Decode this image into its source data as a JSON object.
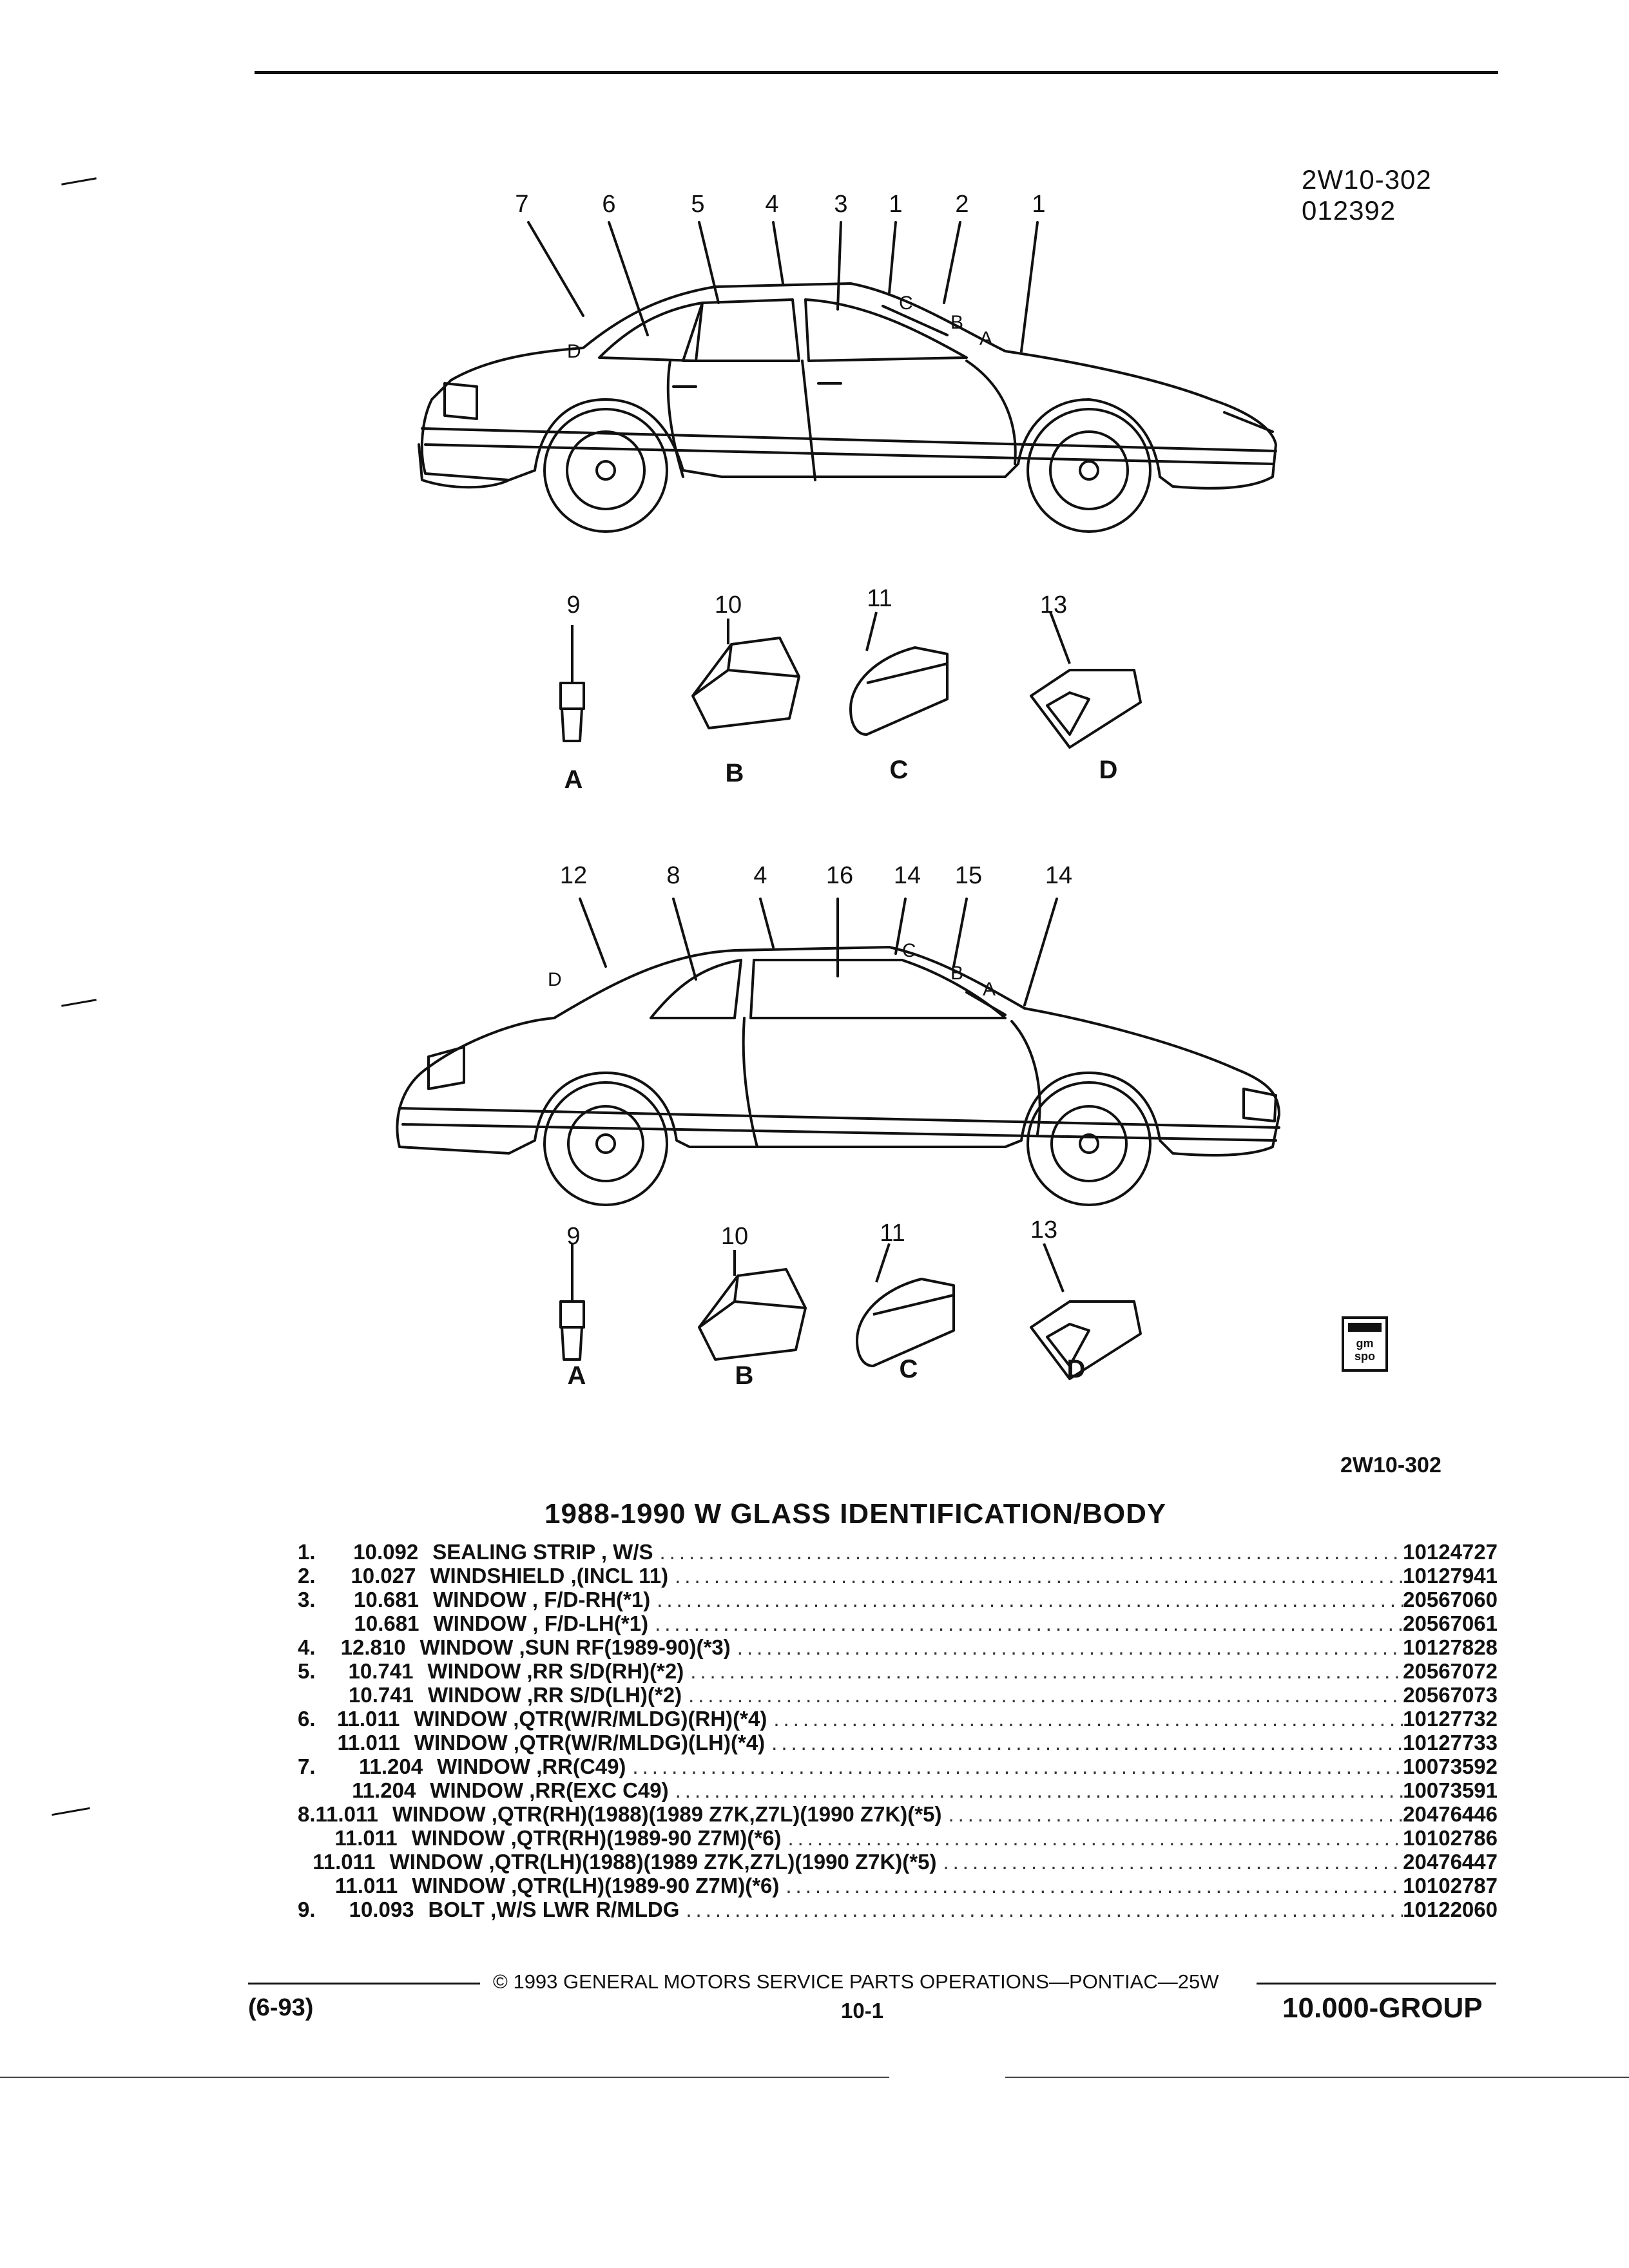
{
  "header": {
    "code": "2W10-302",
    "date": "012392"
  },
  "diagram_top": {
    "refs": [
      "7",
      "6",
      "5",
      "4",
      "3",
      "1",
      "2",
      "1"
    ],
    "points": [
      "C",
      "B",
      "A",
      "D"
    ],
    "clips": {
      "refs": [
        "9",
        "10",
        "11",
        "13"
      ],
      "letters": [
        "A",
        "B",
        "C",
        "D"
      ]
    }
  },
  "diagram_bottom": {
    "refs": [
      "12",
      "8",
      "4",
      "16",
      "14",
      "15",
      "14"
    ],
    "points": [
      "C",
      "B",
      "A",
      "D"
    ],
    "clips": {
      "refs": [
        "9",
        "10",
        "11",
        "13"
      ],
      "letters": [
        "A",
        "B",
        "C",
        "D"
      ]
    }
  },
  "logo_text": "gm spo",
  "figure_code": "2W10-302",
  "title": "1988-1990 W GLASS IDENTIFICATION/BODY",
  "parts": [
    {
      "num": "1.",
      "code": "10.092",
      "desc": "SEALING STRIP , W/S",
      "part": "10124727"
    },
    {
      "num": "2.",
      "code": "10.027",
      "desc": "WINDSHIELD ,(INCL 11)",
      "part": "10127941"
    },
    {
      "num": "3.",
      "code": "10.681",
      "desc": "WINDOW , F/D-RH(*1)",
      "part": "20567060"
    },
    {
      "num": "",
      "code": "10.681",
      "desc": "WINDOW , F/D-LH(*1)",
      "part": "20567061"
    },
    {
      "num": "4.",
      "code": "12.810",
      "desc": "WINDOW ,SUN RF(1989-90)(*3)",
      "part": "10127828"
    },
    {
      "num": "5.",
      "code": "10.741",
      "desc": "WINDOW ,RR S/D(RH)(*2)",
      "part": "20567072"
    },
    {
      "num": "",
      "code": "10.741",
      "desc": "WINDOW ,RR S/D(LH)(*2)",
      "part": "20567073"
    },
    {
      "num": "6.",
      "code": "11.011",
      "desc": "WINDOW ,QTR(W/R/MLDG)(RH)(*4)",
      "part": "10127732"
    },
    {
      "num": "",
      "code": "11.011",
      "desc": "WINDOW ,QTR(W/R/MLDG)(LH)(*4)",
      "part": "10127733"
    },
    {
      "num": "7.",
      "code": "11.204",
      "desc": "WINDOW ,RR(C49)",
      "part": "10073592"
    },
    {
      "num": "",
      "code": "11.204",
      "desc": "WINDOW ,RR(EXC C49)",
      "part": "10073591"
    },
    {
      "num": "8.",
      "code": "11.011",
      "desc": "WINDOW ,QTR(RH)(1988)(1989 Z7K,Z7L)(1990 Z7K)(*5)",
      "part": "20476446"
    },
    {
      "num": "",
      "code": "11.011",
      "desc": "WINDOW ,QTR(RH)(1989-90 Z7M)(*6)",
      "part": "10102786"
    },
    {
      "num": "",
      "code": "11.011",
      "desc": "WINDOW ,QTR(LH)(1988)(1989 Z7K,Z7L)(1990 Z7K)(*5)",
      "part": "20476447"
    },
    {
      "num": "",
      "code": "11.011",
      "desc": "WINDOW ,QTR(LH)(1989-90 Z7M)(*6)",
      "part": "10102787"
    },
    {
      "num": "9.",
      "code": "10.093",
      "desc": "BOLT ,W/S LWR R/MLDG",
      "part": "10122060"
    }
  ],
  "footer": {
    "copyright": "© 1993 GENERAL MOTORS SERVICE PARTS OPERATIONS—PONTIAC—25W",
    "date": "(6-93)",
    "page": "10-1",
    "group": "10.000-GROUP"
  }
}
